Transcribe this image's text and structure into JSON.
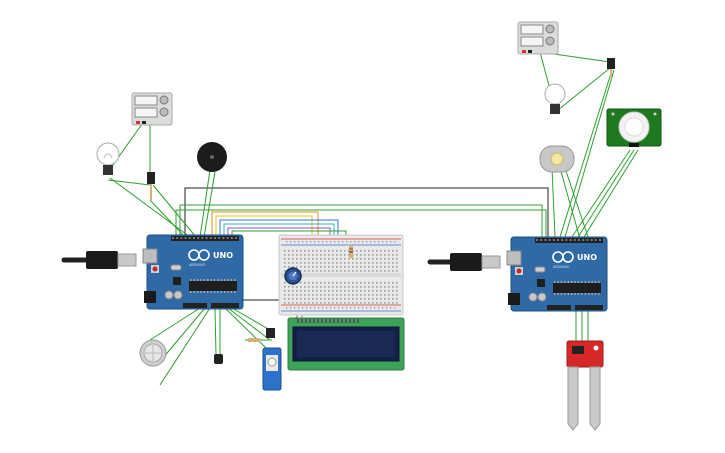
{
  "boards": {
    "left": {
      "logo": "UNO",
      "brand": "ARDUINO"
    },
    "right": {
      "logo": "UNO",
      "brand": "ARDUINO"
    }
  },
  "colors": {
    "board": "#2f6aa6",
    "board_dark": "#1f4f80",
    "header": "#222222",
    "wire_green": "#2ea02e",
    "wire_black": "#222222",
    "wire_orange": "#e38b1c",
    "wire_yellow": "#e6c21a",
    "wire_blue": "#3a6fd8",
    "wire_cyan": "#2bb3c9",
    "wire_purple": "#8a55c7",
    "wire_red": "#d93030",
    "wire_pink": "#d9468f",
    "lcd_green": "#3ea35a",
    "lcd_screen": "#1b2a55",
    "pir_green": "#1f7a1f",
    "moisture_red": "#d62828",
    "servo_blue": "#2d73c9"
  },
  "components": [
    "arduino-uno-left",
    "arduino-uno-right",
    "breadboard",
    "lcd-16x2",
    "potentiometer",
    "piezo-buzzer",
    "light-bulb-left",
    "light-bulb-right",
    "relay-left",
    "relay-right",
    "pir-sensor",
    "photoresistor",
    "gas-sensor",
    "temperature-sensor",
    "servo-motor",
    "soil-moisture-sensor",
    "usb-cable-left",
    "usb-cable-right"
  ]
}
